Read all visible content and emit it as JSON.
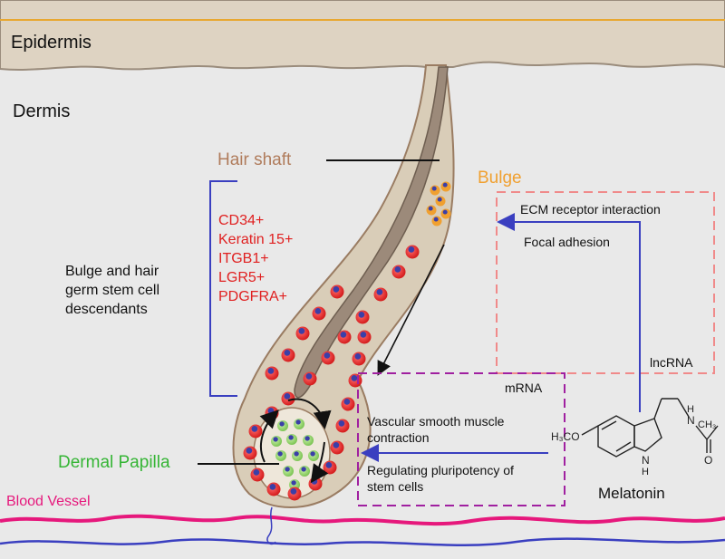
{
  "layers": {
    "epidermis": "Epidermis",
    "dermis": "Dermis"
  },
  "labels": {
    "hair_shaft": "Hair shaft",
    "bulge": "Bulge",
    "dermal_papilla": "Dermal Papilla",
    "blood_vessel": "Blood Vessel"
  },
  "markers": [
    "CD34+",
    "Keratin 15+",
    "ITGB1+",
    "LGR5+",
    "PDGFRA+"
  ],
  "descendants": [
    "Bulge and hair",
    "germ stem cell",
    "descendants"
  ],
  "lncrna_box": {
    "items": [
      "ECM receptor interaction",
      "Focal adhesion"
    ],
    "tag": "lncRNA"
  },
  "mrna_box": {
    "tag": "mRNA",
    "item1": [
      "Vascular smooth muscle",
      "contraction"
    ],
    "item2": [
      "Regulating pluripotency of",
      "stem cells"
    ]
  },
  "melatonin": {
    "name": "Melatonin",
    "atoms": {
      "methoxy": "H₃CO",
      "nh": "H",
      "n_ring": "N",
      "n_amide": "N",
      "h_amide": "H",
      "ch3": "CH₃",
      "o": "O"
    }
  },
  "colors": {
    "lncrna_border": "#f08a8a",
    "mrna_border": "#a020a0",
    "blood_vessel": "#e6187c",
    "vein": "#3a3fc0",
    "marker_text": "#e02020",
    "bulge": "#f0a030",
    "papilla_cells": "#8fd070"
  }
}
